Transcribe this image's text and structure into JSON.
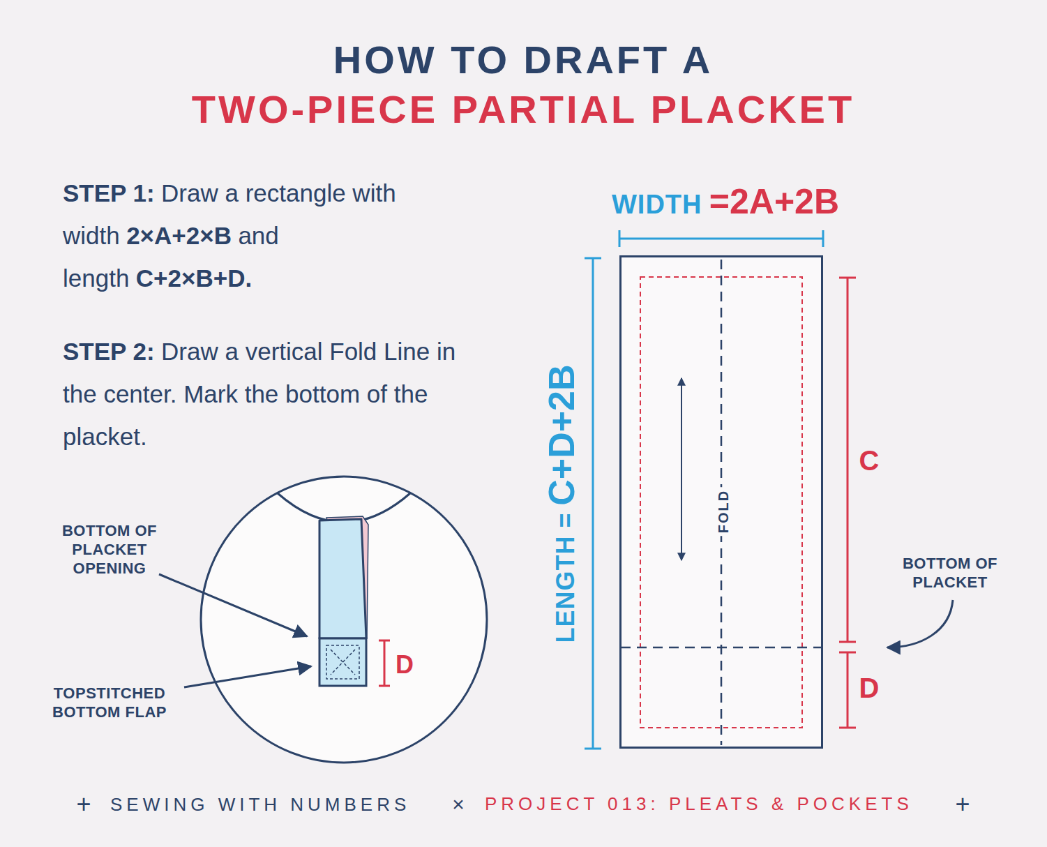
{
  "diagram": {
    "title": "HOW TO DRAFT A",
    "caption": "SEWING WITH NUMBERS",
    "nodes": [
      {
        "text": [
          "FOLD"
        ]
      },
      {
        "text": [
          "D"
        ]
      }
    ],
    "labels": [
      "TWO-PIECE PARTIAL PLACKET",
      "STEP 1:",
      "Draw a rectangle with width",
      "2×A+2×B",
      "and length",
      "C+2×B+D.",
      "STEP 2:",
      "Draw a vertical Fold Line in the center. Mark the bottom of the placket.",
      "WIDTH",
      "=2A+2B",
      "LENGTH =",
      "C+D+2B",
      "C",
      "D",
      "BOTTOM OF PLACKET",
      "BOTTOM OF PLACKET OPENING",
      "TOPSTITCHED BOTTOM FLAP",
      "PROJECT 013: PLEATS & POCKETS",
      "+",
      "×",
      "+"
    ]
  }
}
